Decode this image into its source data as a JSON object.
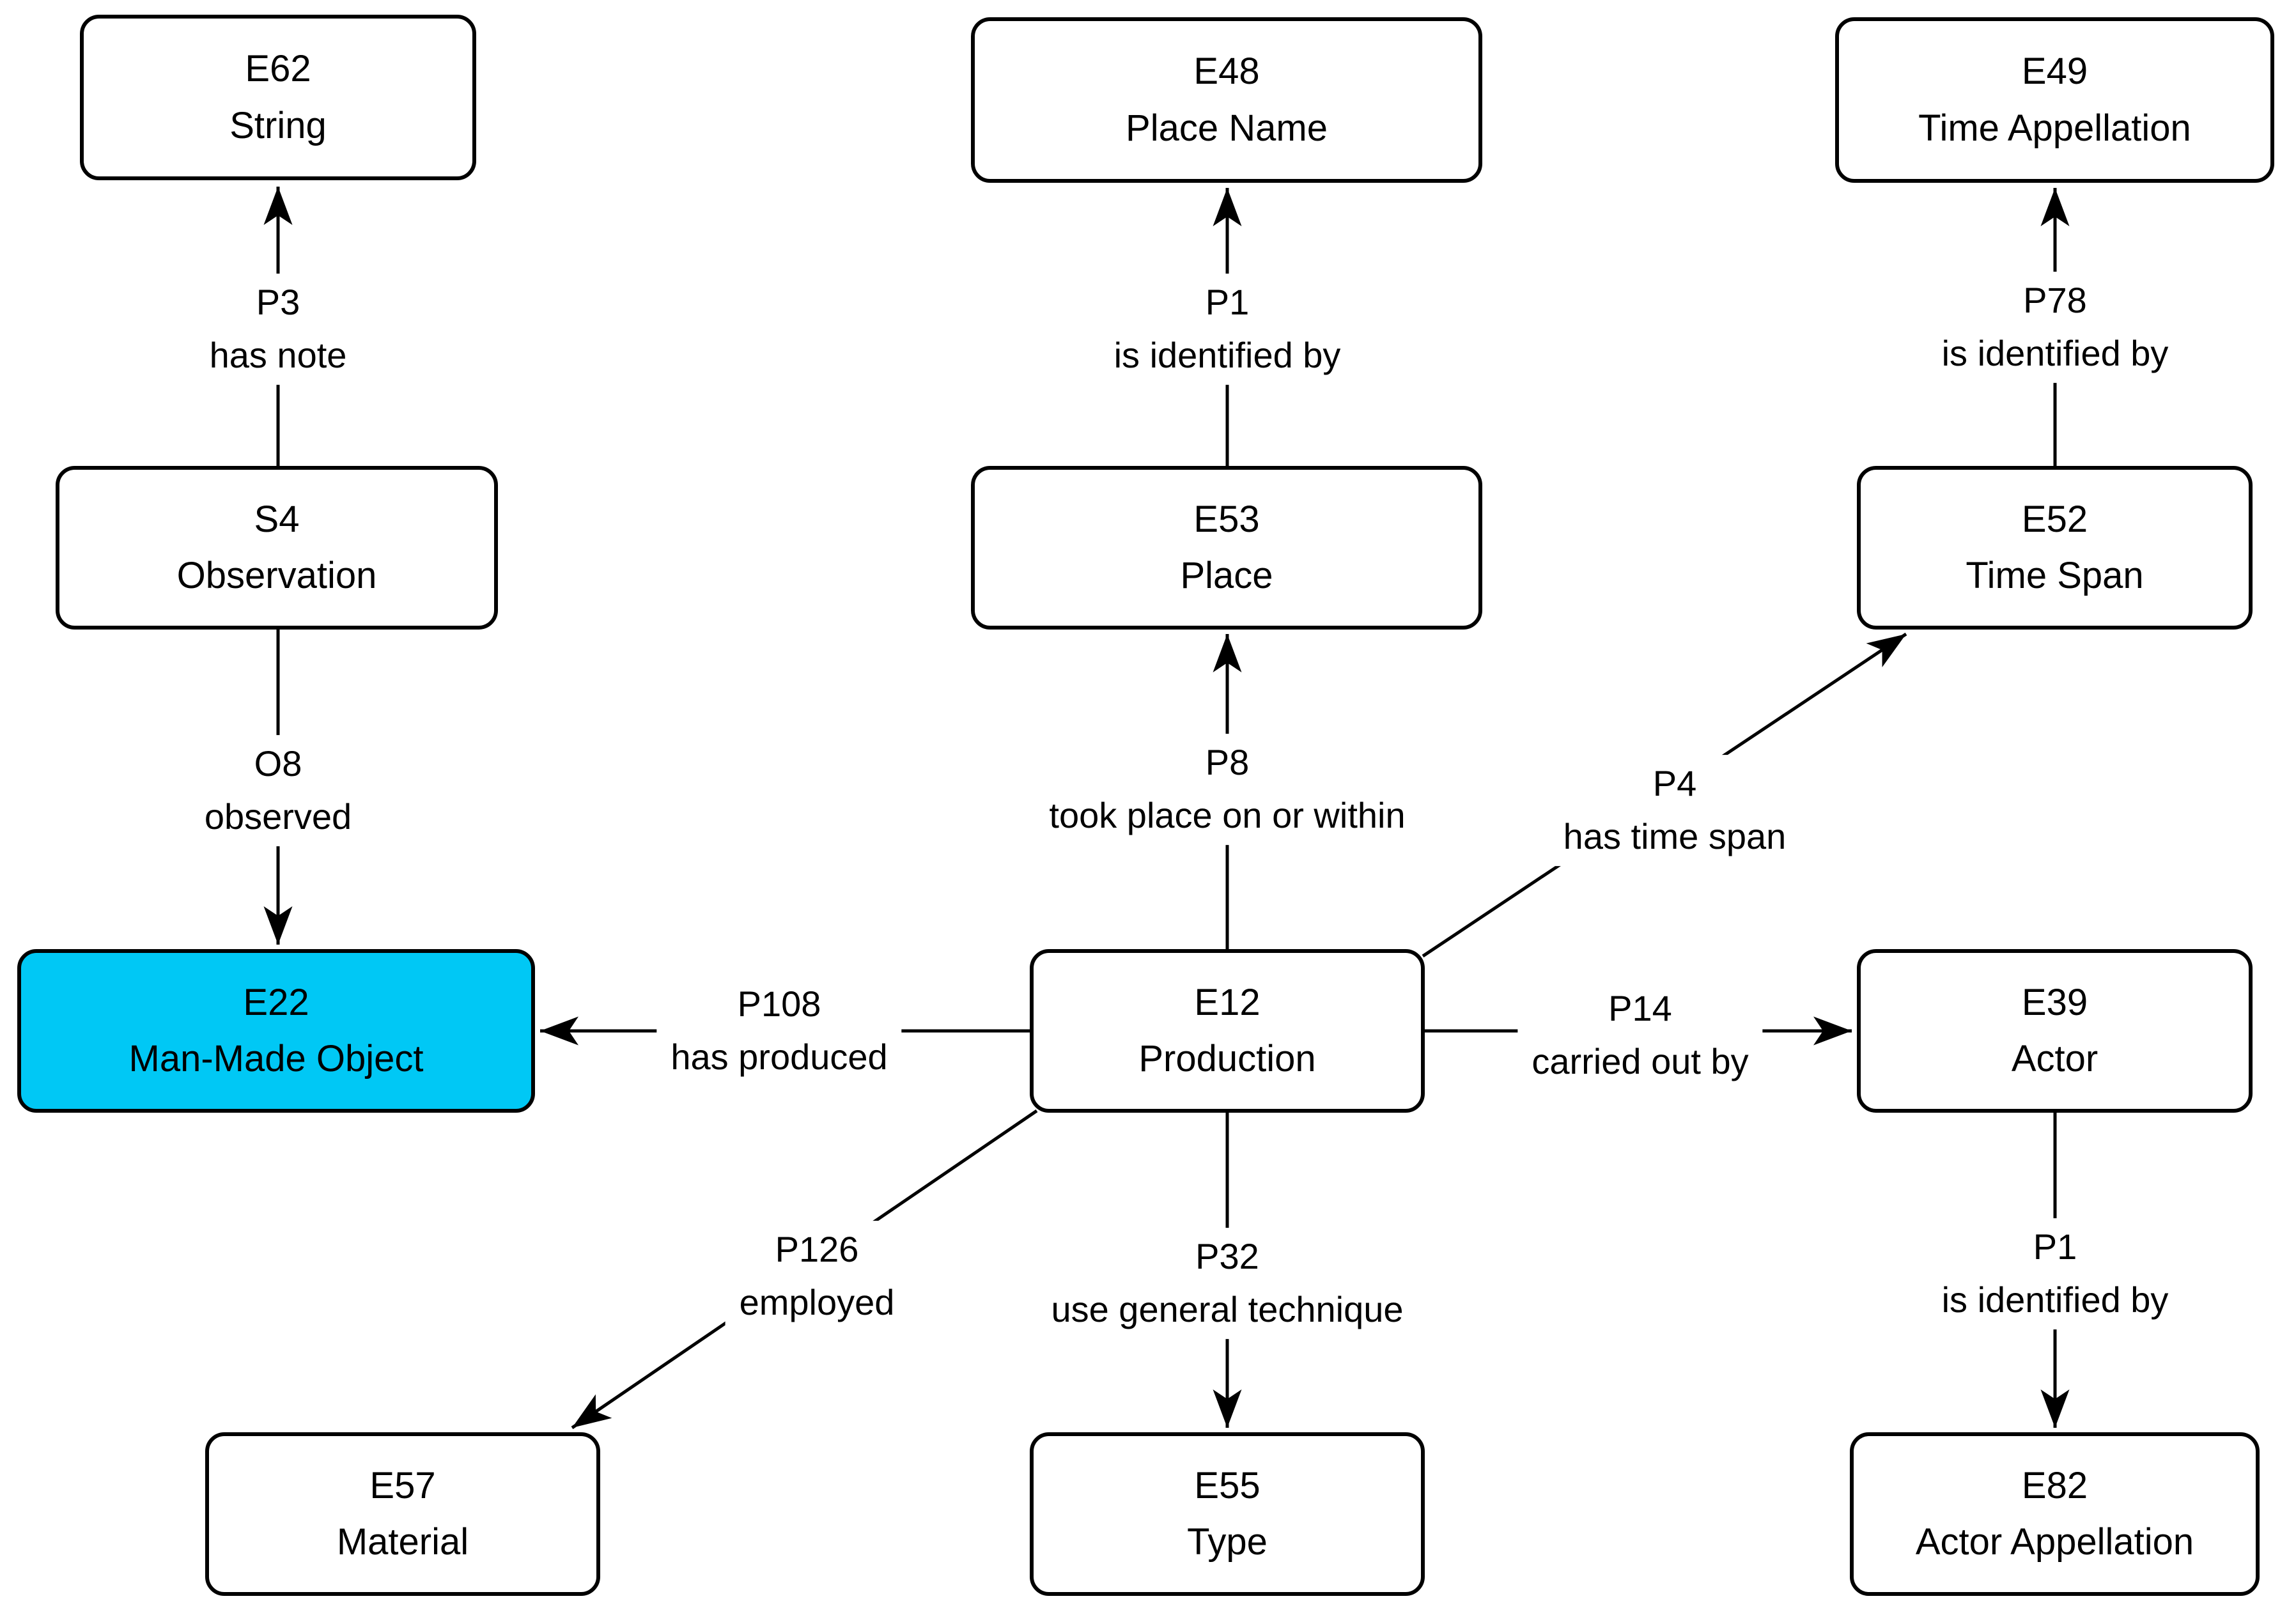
{
  "diagram": {
    "kind": "ontology-graph",
    "background": "#ffffff"
  },
  "colors": {
    "node_border": "#000000",
    "node_fill": "#ffffff",
    "highlight_fill": "#00C8F5",
    "line": "#000000",
    "text": "#000000"
  },
  "nodes": {
    "e62": {
      "code": "E62",
      "label": "String"
    },
    "e48": {
      "code": "E48",
      "label": "Place Name"
    },
    "e49": {
      "code": "E49",
      "label": "Time Appellation"
    },
    "s4": {
      "code": "S4",
      "label": "Observation"
    },
    "e53": {
      "code": "E53",
      "label": "Place"
    },
    "e52": {
      "code": "E52",
      "label": "Time Span"
    },
    "e22": {
      "code": "E22",
      "label": "Man-Made Object",
      "highlighted": true
    },
    "e12": {
      "code": "E12",
      "label": "Production"
    },
    "e39": {
      "code": "E39",
      "label": "Actor"
    },
    "e57": {
      "code": "E57",
      "label": "Material"
    },
    "e55": {
      "code": "E55",
      "label": "Type"
    },
    "e82": {
      "code": "E82",
      "label": "Actor Appellation"
    }
  },
  "edges": {
    "p3": {
      "code": "P3",
      "label": "has note",
      "from": "S4 Observation",
      "to": "E62 String"
    },
    "p1_place": {
      "code": "P1",
      "label": "is identified by",
      "from": "E53 Place",
      "to": "E48 Place Name"
    },
    "p78": {
      "code": "P78",
      "label": "is identified by",
      "from": "E52 Time Span",
      "to": "E49 Time Appellation"
    },
    "o8": {
      "code": "O8",
      "label": "observed",
      "from": "S4 Observation",
      "to": "E22 Man-Made Object"
    },
    "p8": {
      "code": "P8",
      "label": "took place on or within",
      "from": "E12 Production",
      "to": "E53 Place"
    },
    "p4": {
      "code": "P4",
      "label": "has time span",
      "from": "E12 Production",
      "to": "E52 Time Span"
    },
    "p108": {
      "code": "P108",
      "label": "has produced",
      "from": "E12 Production",
      "to": "E22 Man-Made Object"
    },
    "p14": {
      "code": "P14",
      "label": "carried out by",
      "from": "E12 Production",
      "to": "E39 Actor"
    },
    "p126": {
      "code": "P126",
      "label": "employed",
      "from": "E12 Production",
      "to": "E57 Material"
    },
    "p32": {
      "code": "P32",
      "label": "use general technique",
      "from": "E12 Production",
      "to": "E55 Type"
    },
    "p1_actor": {
      "code": "P1",
      "label": "is identified by",
      "from": "E39 Actor",
      "to": "E82 Actor Appellation"
    }
  }
}
